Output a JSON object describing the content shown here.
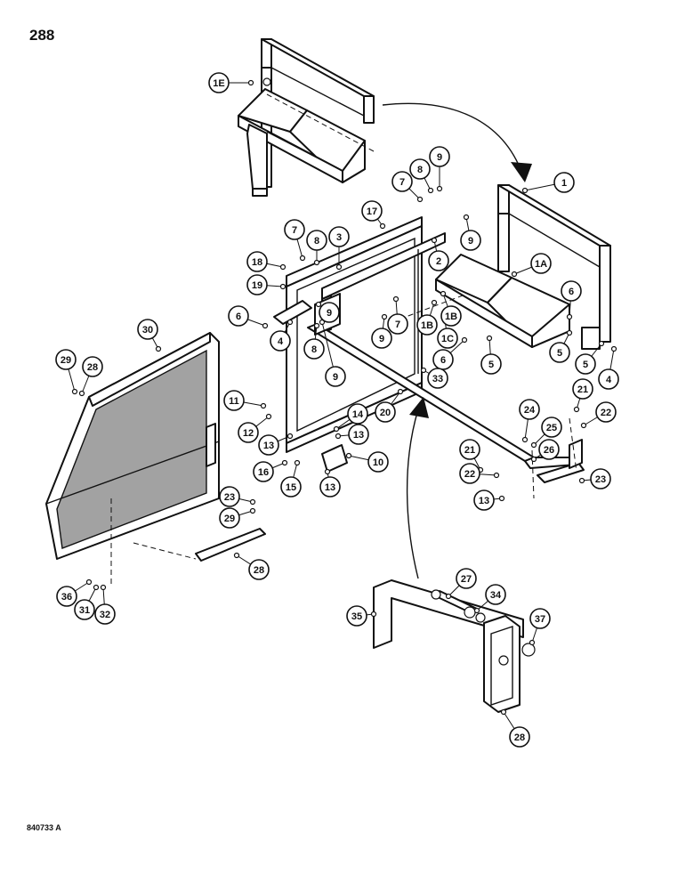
{
  "page_number": "288",
  "figure_code": "840733 A",
  "callouts": [
    {
      "label": "1E"
    },
    {
      "label": "1"
    },
    {
      "label": "1A"
    },
    {
      "label": "9"
    },
    {
      "label": "8"
    },
    {
      "label": "7"
    },
    {
      "label": "17"
    },
    {
      "label": "7"
    },
    {
      "label": "8"
    },
    {
      "label": "3"
    },
    {
      "label": "18"
    },
    {
      "label": "19"
    },
    {
      "label": "2"
    },
    {
      "label": "9"
    },
    {
      "label": "6"
    },
    {
      "label": "9"
    },
    {
      "label": "9"
    },
    {
      "label": "7"
    },
    {
      "label": "6"
    },
    {
      "label": "4"
    },
    {
      "label": "8"
    },
    {
      "label": "9"
    },
    {
      "label": "1B"
    },
    {
      "label": "1B"
    },
    {
      "label": "1C"
    },
    {
      "label": "6"
    },
    {
      "label": "5"
    },
    {
      "label": "5"
    },
    {
      "label": "5"
    },
    {
      "label": "4"
    },
    {
      "label": "30"
    },
    {
      "label": "29"
    },
    {
      "label": "28"
    },
    {
      "label": "33"
    },
    {
      "label": "21"
    },
    {
      "label": "22"
    },
    {
      "label": "11"
    },
    {
      "label": "14"
    },
    {
      "label": "20"
    },
    {
      "label": "24"
    },
    {
      "label": "25"
    },
    {
      "label": "12"
    },
    {
      "label": "13"
    },
    {
      "label": "13"
    },
    {
      "label": "13"
    },
    {
      "label": "21"
    },
    {
      "label": "26"
    },
    {
      "label": "10"
    },
    {
      "label": "22"
    },
    {
      "label": "23"
    },
    {
      "label": "16"
    },
    {
      "label": "15"
    },
    {
      "label": "13"
    },
    {
      "label": "23"
    },
    {
      "label": "29"
    },
    {
      "label": "28"
    },
    {
      "label": "27"
    },
    {
      "label": "34"
    },
    {
      "label": "35"
    },
    {
      "label": "37"
    },
    {
      "label": "36"
    },
    {
      "label": "31"
    },
    {
      "label": "32"
    },
    {
      "label": "28"
    },
    {
      "label": "33"
    }
  ]
}
